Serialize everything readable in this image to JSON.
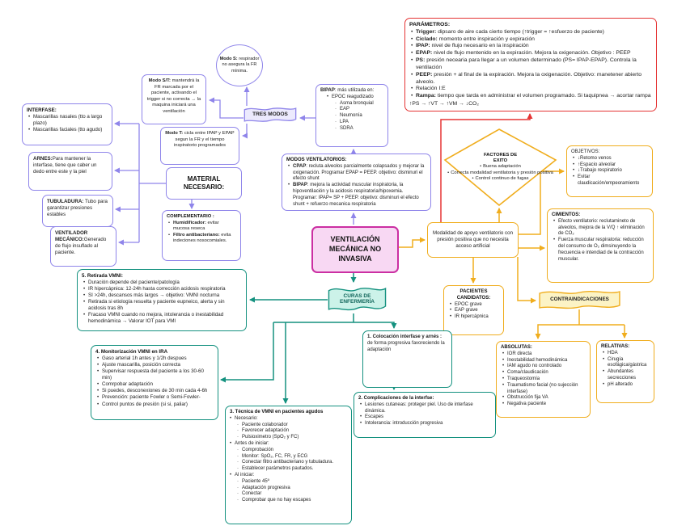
{
  "colors": {
    "purple": "#8f85ea",
    "red": "#e53434",
    "yellow": "#f0ad1d",
    "teal": "#14917f",
    "pink_border": "#cb2fa2",
    "pink_fill": "#f8d8f3",
    "banner_purple_fill": "#eceafd",
    "banner_teal_fill": "#ccf2e9",
    "banner_yellow_fill": "#fcf3c5"
  },
  "nodes": {
    "central": "VENTILACIÓN MECÁNICA NO INVASIVA",
    "definicion": "Modalidad de apoyo ventilatorio con presión positiva que no necesita acceso artificial",
    "parametros": {
      "title": "PARÁMETROS:",
      "items": [
        {
          "b": "Trigger:",
          "t": " dipsaro de aire cada cierto tiempo (↑trigger = ↑esfuerzo de paciente)"
        },
        {
          "b": "Ciclado:",
          "t": " momento entre inspiración y expiración"
        },
        {
          "b": "IPAP:",
          "t": " nivel de flujo necesario en la inspiración"
        },
        {
          "b": "EPAP:",
          "t": "  nivel de flujo mentenido en la expiración. Mejora la oxigenación. Objetivo : PEEP"
        },
        {
          "b": "PS:",
          "t": " presión necearia para llegar a un volumen determinado (PS= IPAP-EPAP). Controla la ventilación"
        },
        {
          "b": "PEEP:",
          "t": " presión + al final de la expiración. Mejora la oxigenación. Objetivo: manetener abierto alveolo."
        },
        "Relación I:E",
        {
          "b": "Rampa:",
          "t": " tiempo que tarda en administrar el volumen programado. Si taquipnea →  acortar rampa"
        }
      ],
      "footer": "↑PS  →  ↑VT  → ↑VM  → ↓CO₂"
    },
    "tres_modos": "TRES MODOS",
    "modo_s": {
      "b": "Modo S:",
      "t": " respirador no asegura la FR mínima."
    },
    "modo_st": {
      "b": "Modo S/T:",
      "t": " mantendrá la FR marcada por el paciente, activando el trigger si no correcta → la maquina iniciará una ventilación"
    },
    "modo_t": {
      "b": "Modo T:",
      "t": " cicla entre IPAP y EPAP segun la FR y el tiempo inspiratorio programados"
    },
    "bipap": {
      "b": "BIPAP",
      "t": ": más utilizada en:",
      "items": [
        "EPOC reagudizado"
      ],
      "subitems": [
        "Asma bronquial",
        "EAP",
        "Neumonía",
        "LPA",
        "SDRA"
      ]
    },
    "modos_ventilatorios": {
      "title": "MODOS VENTILATORIOS:",
      "items": [
        {
          "b": "CPAP",
          "t": ": recluta alveolos parcialmente colapsados y mejorar la oxigenación. Programar EPAP = PEEP. objetivo: disminuri el efecto shunt"
        },
        {
          "b": "BIPAP",
          "t": ": mejora la actividad muscular inspiratoria, la hipoventilación y la acidosis respiratoria/hipoxemia. Programar: IPAP= SP + PEEP. objetivo: disminuri el efecto shunt + refuerzo mecanica respiratoria"
        }
      ]
    },
    "material": {
      "title": "MATERIAL NECESARIO:"
    },
    "complementario": {
      "title": "COMPLEMENTARIO :",
      "items": [
        {
          "b": "Humidificador:",
          "t": " evitar mucosa reseca"
        },
        {
          "b": "Filtro antibacteriano:",
          "t": " evita indeciones nosocomiales."
        }
      ]
    },
    "interfase": {
      "title": "INTERFASE:",
      "items": [
        "Mascarillas nasales (tto a largo plazo)",
        "Mascarillas faciales  (tto agudo)"
      ]
    },
    "arnes": {
      "b": "ARNES:",
      "t": "Para mantener la interfase, tiene que caber un dedo entre este y la piel"
    },
    "tubuladura": {
      "b": "TUBULADURA:",
      "t": " Tubo para garantizar presiones estables"
    },
    "ventilador": {
      "b": "VENTILADOR MECÁNICO:",
      "t": "Generado de flujo insuflado al paciente."
    },
    "factores": {
      "title": "FACTORES DE EXITO",
      "items": [
        "Buena adaptación",
        "Correcta modalidad ventilatoria y presión positiva",
        "Control continuo de fugas"
      ]
    },
    "objetivos": {
      "title": "OBJETIVOS:",
      "items": [
        "↓Retomo venos",
        "↑Espacio alveolar",
        "↓Trabajo respiratorio",
        "Evitar claudicación/empeoramiento"
      ]
    },
    "cimientos": {
      "title": "CIMIENTOS:",
      "items": [
        "Efecto ventilatorio: reclutamineto de alveolos, mejora de la V/Q ↑ eliminación de CO₂",
        "Fuerza muscular respiratoria: reducción del consumo de O₂ dimsinuyendo la frecuencia e intendiad de la contracción muscular."
      ]
    },
    "pacientes": {
      "title": "PACIENTES CANDIDATOS:",
      "items": [
        "EPOC grave",
        "EAP grave",
        "IR hipercápnica"
      ]
    },
    "contraindicaciones": "CONTRAINDICACIONES",
    "absolutas": {
      "title": "ABSOLUTAS:",
      "items": [
        "IOR directa",
        "Inestabilidad hemodinámica",
        "IAM agudo no controlado",
        "Coma/claudicación",
        "Traqueostomía",
        "Traumatismo facial (no sujección interfase)",
        "Obstrucción fija VA",
        "Negativa paciente"
      ]
    },
    "relativas": {
      "title": "RELATIVAS:",
      "items": [
        "HDA",
        "Cirugía esofágica/gástrica",
        "Abundantes secrecciones",
        "pH alterado"
      ]
    },
    "curas": "CURAS DE ENFERMERÍA",
    "paso1": {
      "b": "1. Colocación interfase y arnés :",
      "t": " de forma progresiva favoreciendo la adaptación"
    },
    "paso2": {
      "title": "2. Complicaciones de la interfse:",
      "items": [
        "Lesiones cutaneas: proteger piel. Uso de interfase dinámica.",
        "Escapes",
        "Intolerancia: introducción progresiva"
      ]
    },
    "paso3": {
      "title": "3. Técnica de VMNI en pacientes agudos",
      "groups": [
        {
          "lead": "Necesario:",
          "items": [
            "Paciente colaborador",
            "Favorecer adaptación",
            "Pulsioximetro (SpO₂ y FC)"
          ]
        },
        {
          "lead": "Antes de  iniciar:",
          "items": [
            "Comprobación",
            "Monitor: SpO₂, FC, FR, y ECG",
            "Conectar filtro antibacteriano y tubuladura.",
            "Establecer parámetros pautados."
          ]
        },
        {
          "lead": "Al iniciar:",
          "items": [
            "Paciente 45º",
            "Adaptación progresiva",
            "Conectar",
            "Comprobar que no hay escapes"
          ]
        }
      ]
    },
    "paso4": {
      "title": "4. Monitorización VMNI en IRA",
      "items": [
        "Gaso arterial 1h antes y 1/2h despues",
        "Ajuste mascarilla, posición correcta",
        "Supervisar respuesta del paciente a los 30-60 min)",
        "Comrpobar adaptación",
        "Si puedes, desconexiones de 30 min cada 4-6h",
        "Prevención: paciente Fowler o Semi-Fowler-",
        "Control puntos de presión (si si, paliar)"
      ]
    },
    "paso5": {
      "title": "5. Retirada VMNI:",
      "items": [
        "Duración depende del paciente/patología",
        "IR hipercápnica: 12-24h hasta corrección acidosis respiratoria",
        "SI >24h, descansos más largos →  objetivo: VMNI nocturna",
        "Retirada si etiología resuelta y paciente eupneico, alerta y sin acidosis tras 8h",
        "Fracaso VMNI cuando no mejora, intolerancia o inestabilidad hemodinámica →  Valorar IOT para VMI"
      ]
    }
  }
}
